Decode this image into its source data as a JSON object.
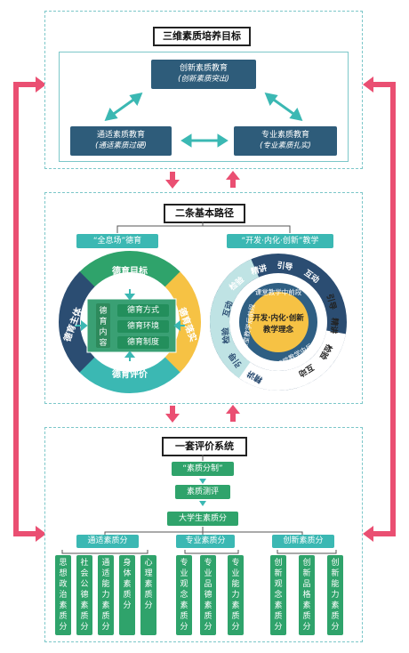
{
  "section1": {
    "title": "三维素质培养目标",
    "innovation": {
      "label": "创新素质教育",
      "sub": "(创新素质突出)"
    },
    "general": {
      "label": "通适素质教育",
      "sub": "(通适素质过硬)"
    },
    "professional": {
      "label": "专业素质教育",
      "sub": "(专业素质扎实)"
    }
  },
  "section2": {
    "title": "二条基本路径",
    "left_header": "“全息场”德育",
    "right_header": "“开发·内化·创新”教学",
    "left_circle": {
      "top": "德育目标",
      "right": "德育落实",
      "bottom": "德育评价",
      "left": "德育主体",
      "core_label": "德育内容",
      "items": [
        "德育方式",
        "德育环境",
        "德育制度"
      ]
    },
    "right_circle": {
      "outer_top": [
        "检验",
        "精讲",
        "引导",
        "互动"
      ],
      "outer_left": [
        "互动",
        "检验",
        "引导",
        "精讲"
      ],
      "outer_right": [
        "引导",
        "精讲",
        "检验",
        "互动"
      ],
      "middle_top": "课堂教学中前段",
      "middle_left": "课堂教学后前段",
      "middle_bottom": "课堂教学中后段",
      "center": [
        "开发·内化·创新",
        "教学理念"
      ]
    }
  },
  "section3": {
    "title": "一套评价系统",
    "step1": "“素质分制”",
    "step2": "素质测评",
    "step3": "大学生素质分",
    "groups": [
      {
        "label": "通适素质分",
        "items": [
          "思想政治素质分",
          "社会公德素质分",
          "通适能力素质分",
          "身体素质分",
          "心理素质分"
        ]
      },
      {
        "label": "专业素质分",
        "items": [
          "专业观念素质分",
          "专业品德素质分",
          "专业能力素质分"
        ]
      },
      {
        "label": "创新素质分",
        "items": [
          "创新观念素质分",
          "创新品格素质分",
          "创新能力素质分"
        ]
      }
    ]
  },
  "colors": {
    "dark": "#2e5c7a",
    "teal": "#3bb8b3",
    "green": "#2fa36b",
    "pink": "#ea4f72",
    "yellow": "#f6c244",
    "navy": "#2b4d72"
  }
}
